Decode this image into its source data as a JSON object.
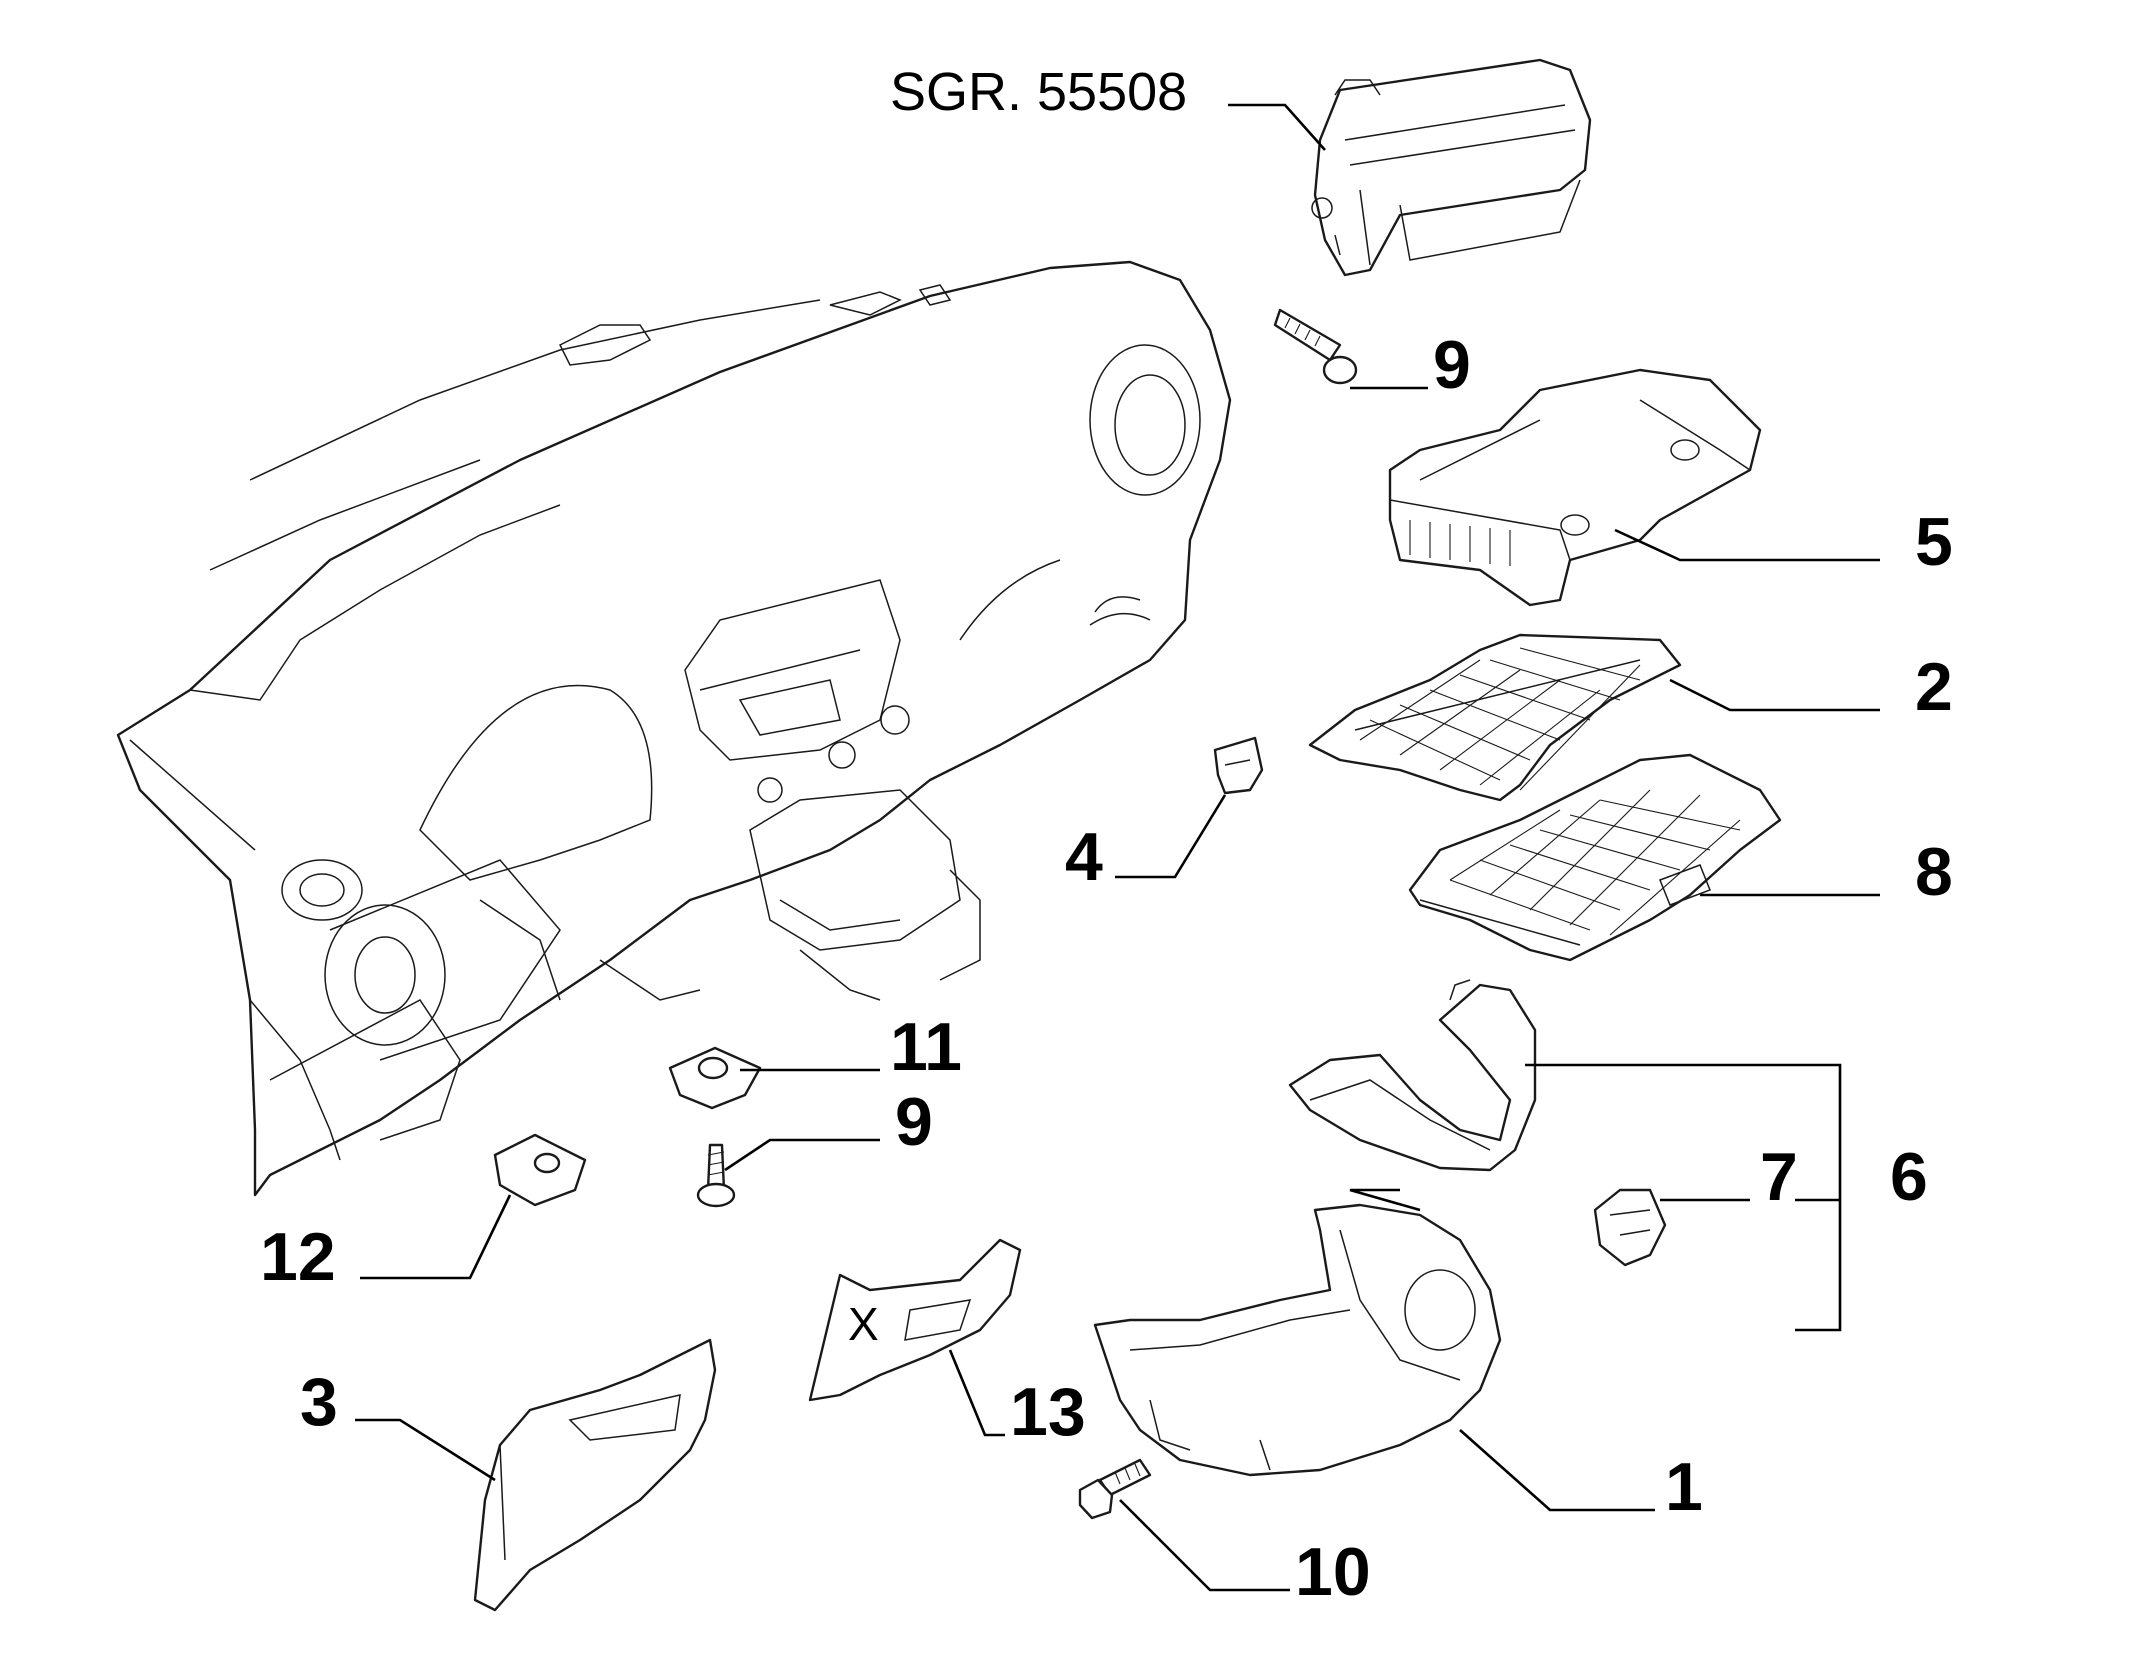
{
  "diagram": {
    "reference_label": "SGR. 55508",
    "x_mark": "X",
    "callouts": {
      "c1": "1",
      "c2": "2",
      "c3": "3",
      "c4": "4",
      "c5": "5",
      "c6": "6",
      "c7": "7",
      "c8": "8",
      "c9_top": "9",
      "c9_mid": "9",
      "c10": "10",
      "c11": "11",
      "c12": "12",
      "c13": "13"
    }
  }
}
